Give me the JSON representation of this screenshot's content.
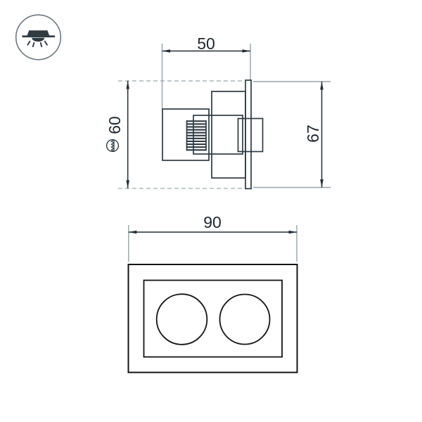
{
  "page": {
    "title": "luminaire-dimension-drawing",
    "background": "#ffffff"
  },
  "icon_badge": {
    "name": "recessed-downlight-icon"
  },
  "views": {
    "side": {
      "dim_recess_width": "50",
      "dim_cutout": "60",
      "dim_height": "67"
    },
    "front": {
      "dim_width": "90"
    }
  },
  "dimensions_mm": [
    {
      "view": "side",
      "type": "recess-width",
      "value": 50
    },
    {
      "view": "side",
      "type": "ceiling-cutout",
      "value": 60
    },
    {
      "view": "side",
      "type": "overall-height",
      "value": 67
    },
    {
      "view": "front",
      "type": "overall-width",
      "value": 90
    }
  ],
  "colors": {
    "drawing_stroke": "#2d3a42",
    "dimension_stroke": "#232e36",
    "extension_stroke": "#97a2a7",
    "dash_stroke": "#aab5ba",
    "front_stroke": "#141414",
    "text": "#1f262c",
    "icon_stroke": "#6e787e",
    "icon_fill": "#303b42"
  }
}
